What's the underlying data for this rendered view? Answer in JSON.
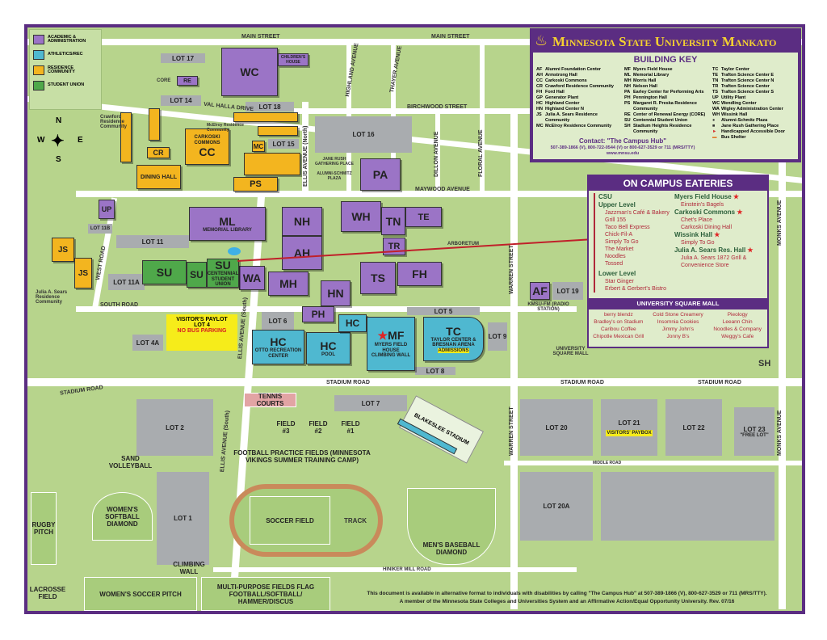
{
  "legend": [
    {
      "label": "ACADEMIC & ADMINISTRATION",
      "color": "#9b74c6"
    },
    {
      "label": "ATHLETICS/REC",
      "color": "#4fb8d0"
    },
    {
      "label": "RESIDENCE COMMUNITY",
      "color": "#f3b51f"
    },
    {
      "label": "STUDENT UNION",
      "color": "#4fa84a"
    }
  ],
  "compass": {
    "n": "N",
    "s": "S",
    "e": "E",
    "w": "W"
  },
  "header": {
    "title": "Minnesota State University Mankato",
    "key_title": "BUILDING KEY",
    "buildings": [
      [
        "AF",
        "Alumni Foundation Center"
      ],
      [
        "AH",
        "Armstrong Hall"
      ],
      [
        "CC",
        "Carkoski Commons"
      ],
      [
        "CR",
        "Crawford Residence Community"
      ],
      [
        "FH",
        "Ford Hall"
      ],
      [
        "GP",
        "Generator Plant"
      ],
      [
        "HC",
        "Highland Center"
      ],
      [
        "HN",
        "Highland Center N"
      ],
      [
        "JS",
        "Julia A. Sears Residence Community"
      ],
      [
        "MC",
        "McElroy Residence Community"
      ],
      [
        "MF",
        "Myers Field House"
      ],
      [
        "ML",
        "Memorial Library"
      ],
      [
        "MH",
        "Morris Hall"
      ],
      [
        "NH",
        "Nelson Hall"
      ],
      [
        "PA",
        "Earley Center for Performing Arts"
      ],
      [
        "PH",
        "Pennington Hall"
      ],
      [
        "PS",
        "Margaret R. Preska Residence Community"
      ],
      [
        "RE",
        "Center of Renewal Energy (CORE)"
      ],
      [
        "SU",
        "Centennial Student Union"
      ],
      [
        "SH",
        "Stadium Heights Residence Community"
      ],
      [
        "TC",
        "Taylor Center"
      ],
      [
        "TE",
        "Trafton Science Center E"
      ],
      [
        "TN",
        "Trafton Science Center N"
      ],
      [
        "TR",
        "Trafton Science Center"
      ],
      [
        "TS",
        "Trafton Science Center S"
      ],
      [
        "UP",
        "Utility Plant"
      ],
      [
        "WC",
        "Wendling Center"
      ],
      [
        "WA",
        "Wigley Administration Center"
      ],
      [
        "WH",
        "Wissink Hall"
      ]
    ],
    "symbols": [
      "Alumni-Schmitz Plaza",
      "Jane Rush Gathering Place",
      "Handicapped Accessible Door",
      "Bus Shelter"
    ],
    "contact": "Contact: \"The Campus Hub\"",
    "contact_line": "507-389-1866 (V), 800-722-0544 (V) or 800-627-3529 or 711 (MRS/TTY) www.mnsu.edu"
  },
  "eateries": {
    "title": "ON CAMPUS EATERIES",
    "csu": "CSU",
    "upper": "Upper Level",
    "upper_items": [
      "Jazzman's Café & Bakery",
      "Grill 155",
      "Taco Bell Express",
      "Chick-Fil-A",
      "Simply To Go",
      "The Market",
      "Noodles",
      "Tossed"
    ],
    "lower": "Lower Level",
    "lower_items": [
      "Star Ginger",
      "Erbert & Gerbert's Bistro"
    ],
    "groups": [
      {
        "name": "Myers Field House",
        "items": [
          "Einstein's Bagels"
        ]
      },
      {
        "name": "Carkoski Commons",
        "items": [
          "Chet's Place",
          "Carkoski Dining Hall"
        ]
      },
      {
        "name": "Wissink Hall",
        "items": [
          "Simply To Go"
        ]
      },
      {
        "name": "Julia A. Sears Res. Hall",
        "items": [
          "Julia A. Sears 1872 Grill & Convenience Store"
        ]
      }
    ],
    "mall_title": "UNIVERSITY SQUARE MALL",
    "mall": [
      "berry blendz",
      "Cold Stone Creamery",
      "Pieology",
      "Bradley's on Stadium",
      "Insomnia Cookies",
      "Leeann Chin",
      "Caribou Coffee",
      "Jimmy John's",
      "Noodles & Company",
      "Chipotle Mexican Grill",
      "Jonny B's",
      "Weggy's Cafe"
    ]
  },
  "roads": {
    "main": "MAIN STREET",
    "valhalla": "VAL HALLA DRIVE",
    "birchwood": "BIRCHWOOD STREET",
    "maywood": "MAYWOOD AVENUE",
    "south": "SOUTH ROAD",
    "stadium": "STADIUM ROAD",
    "middle": "MIDDLE ROAD",
    "hiniker": "HINIKER MILL ROAD",
    "ellis_n": "ELLIS AVENUE (North)",
    "ellis_s": "ELLIS AVENUE (South)",
    "ellis": "ELLIS AVENUE (South)",
    "west": "WEST ROAD",
    "warren": "WARREN STREET",
    "monks": "MONKS AVENUE",
    "highland": "HIGHLAND AVENUE",
    "thayer": "THAYER AVENUE",
    "dillon": "DILLON AVENUE",
    "floral": "FLORAL AVENUE"
  },
  "buildings": {
    "wc": "WC",
    "childrens": "CHILDREN'S HOUSE",
    "core": "CORE",
    "re": "RE",
    "ml": "ML",
    "ml_sub": "MEMORIAL LIBRARY",
    "nh": "NH",
    "wh": "WH",
    "tn": "TN",
    "te": "TE",
    "ah": "AH",
    "tr": "TR",
    "fh": "FH",
    "ts": "TS",
    "mh": "MH",
    "wa": "WA",
    "hn": "HN",
    "ph": "PH",
    "pa": "PA",
    "su": "SU",
    "su2": "SU",
    "su3": "SU",
    "su_sub": "CENTENNIAL STUDENT UNION",
    "up": "UP",
    "af": "AF",
    "kmsu": "KMSU-FM (RADIO STATION)",
    "cc": "CC",
    "cc_sub": "CARKOSKI COMMONS",
    "dining": "DINING HALL",
    "mc": "MC",
    "cr": "CR",
    "ps": "PS",
    "js": "JS",
    "js2": "JS",
    "js_sub": "Julia A. Sears Residence Community",
    "crawford": "Crawford Residence Community",
    "mcelroy": "McElroy Residence Community",
    "hc1": "HC",
    "hc1_sub": "OTTO RECREATION CENTER",
    "hc2": "HC",
    "hc2_sub": "POOL",
    "hc3": "HC",
    "mf": "MF",
    "mf_sub": "MYERS FIELD HOUSE",
    "climbing": "CLIMBING WALL",
    "tc": "TC",
    "tc_sub": "TAYLOR CENTER & BRESNAN ARENA",
    "admissions": "ADMISSIONS",
    "stadium": "BLAKESLEE STADIUM",
    "arboretum": "ARBORETUM",
    "sh": "SH",
    "jane": "JANE RUSH GATHERING PLACE",
    "plaza": "ALUMNI-SCHMITZ PLAZA",
    "mall": "UNIVERSITY SQUARE MALL"
  },
  "lots": {
    "l17": "LOT 17",
    "l18": "LOT 18",
    "l14": "LOT 14",
    "l15": "LOT 15",
    "l16": "LOT 16",
    "l11": "LOT 11",
    "l11a": "LOT 11A",
    "l11b": "LOT 11B",
    "l6": "LOT 6",
    "l5": "LOT 5",
    "l9": "LOT 9",
    "l8": "LOT 8",
    "l19": "LOT 19",
    "l7": "LOT 7",
    "l4a": "LOT 4A",
    "l2": "LOT 2",
    "l1": "LOT 1",
    "l20": "LOT 20",
    "l21": "LOT 21",
    "l22": "LOT 22",
    "l23": "LOT 23",
    "l20a": "LOT 20A",
    "visitor": "VISITOR'S PAYLOT",
    "lot4": "LOT 4",
    "nobus": "NO BUS PARKING",
    "visitor2": "VISITORS' PAYBOX",
    "free": "\"FREE LOT\""
  },
  "fields": {
    "tennis": "TENNIS COURTS",
    "f3": "FIELD #3",
    "f2": "FIELD #2",
    "f1": "FIELD #1",
    "practice": "FOOTBALL PRACTICE FIELDS (MINNESOTA VIKINGS SUMMER TRAINING CAMP)",
    "soccer": "SOCCER FIELD",
    "track": "TRACK",
    "baseball": "MEN'S BASEBALL DIAMOND",
    "softball": "WOMEN'S SOFTBALL DIAMOND",
    "volley": "SAND VOLLEYBALL",
    "rugby": "RUGBY PITCH",
    "lacrosse": "LACROSSE FIELD",
    "wsoccer": "WOMEN'S SOCCER PITCH",
    "climb": "CLIMBING WALL",
    "multi": "MULTI-PURPOSE FIELDS FLAG FOOTBALL/SOFTBALL/ HAMMER/DISCUS"
  },
  "footer": {
    "line1": "This document is available in alternative format to individuals with disabilities by calling \"The Campus Hub\" at 507-389-1866 (V), 800-627-3529 or 711 (MRS/TTY).",
    "line2": "A member of the Minnesota State Colleges and Universities System and an Affirmative Action/Equal Opportunity University. Rev. 07/16"
  }
}
